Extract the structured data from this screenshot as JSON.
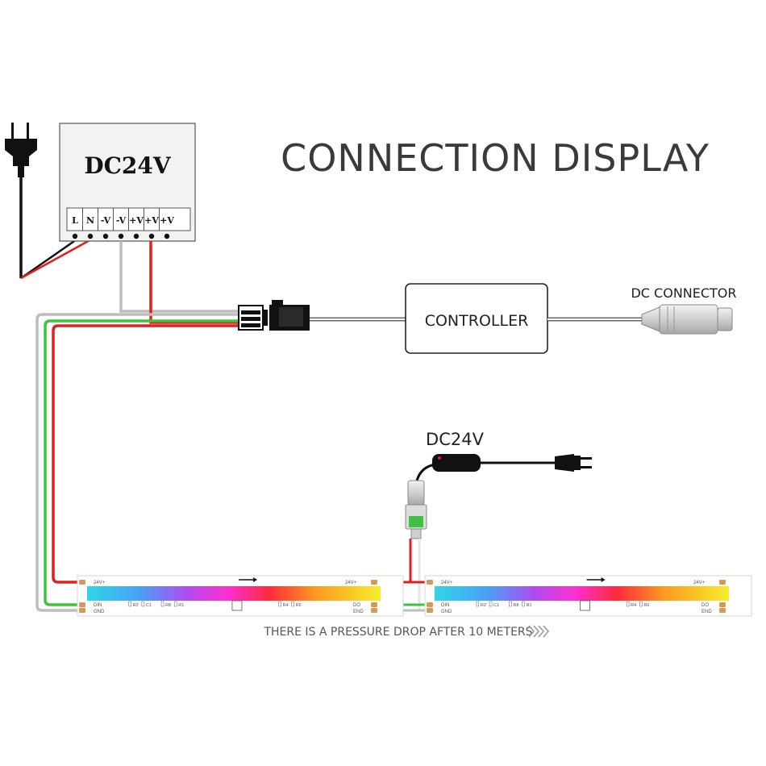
{
  "title": "CONNECTION DISPLAY",
  "psu": {
    "label": "DC24V",
    "terminals": [
      "L",
      "N",
      "-V",
      "-V",
      "+V",
      "+V",
      "+V"
    ]
  },
  "controller": {
    "label": "CONTROLLER"
  },
  "dc_connector": {
    "label": "DC CONNECTOR"
  },
  "adapter": {
    "label": "DC24V"
  },
  "strip": {
    "pad_top": "24V+",
    "pad_din": "DIN",
    "pad_gnd": "GND",
    "pad_do": "DO",
    "pad_end": "END",
    "component_labels": [
      "R2",
      "C1",
      "R8",
      "R1",
      "R4",
      "R6"
    ]
  },
  "note": "THERE IS A PRESSURE DROP AFTER 10 METERS",
  "colors": {
    "wire_red": "#e0201e",
    "wire_green": "#3fc23f",
    "wire_grey": "#bdbdbd",
    "wire_black": "#111111",
    "text_dark": "#3a3a3a"
  }
}
